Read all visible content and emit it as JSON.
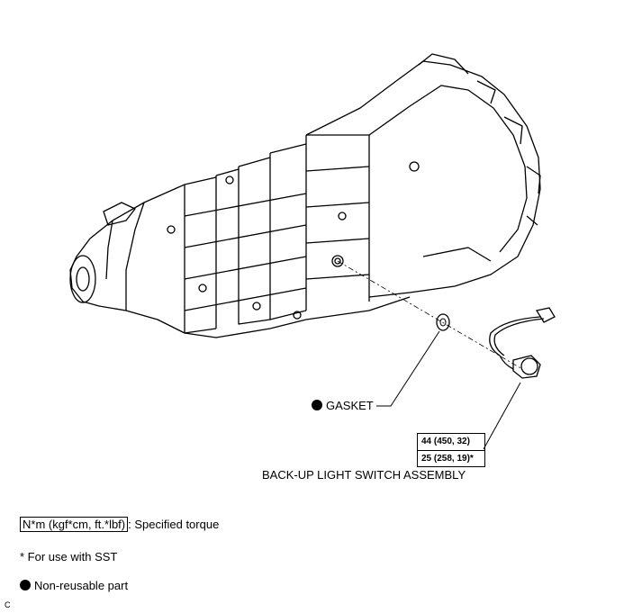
{
  "labels": {
    "gasket": "GASKET",
    "switch_assembly": "BACK-UP LIGHT SWITCH ASSEMBLY",
    "torque_line_1": "44 (450, 32)",
    "torque_line_2": "25 (258, 19)*"
  },
  "legend": {
    "torque_unit": "N*m (kgf*cm, ft.*lbf)",
    "torque_text": ": Specified torque",
    "sst_note": "* For use with SST",
    "non_reusable": "Non-reusable part"
  },
  "corner_mark": "C"
}
